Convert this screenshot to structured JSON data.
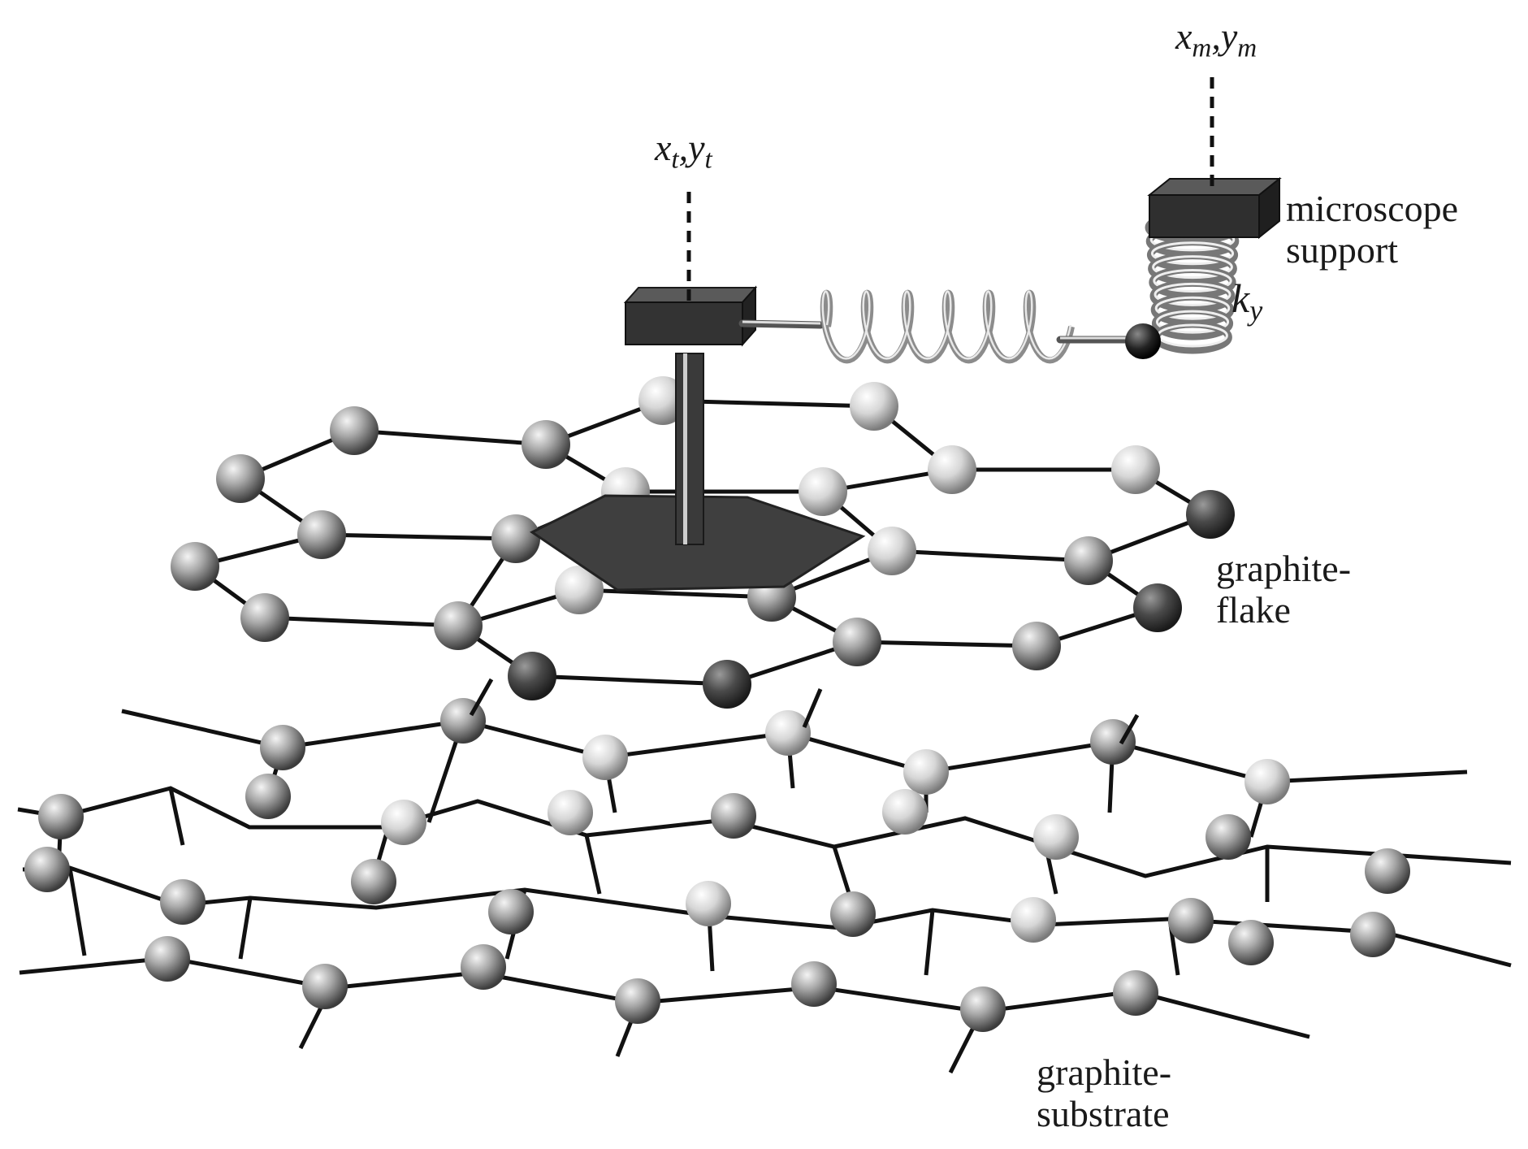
{
  "labels": {
    "tip_coord": {
      "x": "x",
      "x_sub": "t",
      "sep": ",",
      "y": "y",
      "y_sub": "t"
    },
    "support_coord": {
      "x": "x",
      "x_sub": "m",
      "sep": ",",
      "y": "y",
      "y_sub": "m"
    },
    "spring_constant": {
      "k": "k",
      "k_sub": "y"
    },
    "microscope_support": [
      "microscope",
      "support"
    ],
    "graphite_flake": [
      "graphite-",
      "flake"
    ],
    "graphite_substrate": [
      "graphite-",
      "substrate"
    ]
  },
  "colors": {
    "background": "#ffffff",
    "bond": "#111111",
    "atom_light": "#e8e8e8",
    "atom_mid": "#9a9a9a",
    "atom_dark": "#4a4a4a",
    "block": "#333333",
    "spring": "#8c8c8c"
  }
}
